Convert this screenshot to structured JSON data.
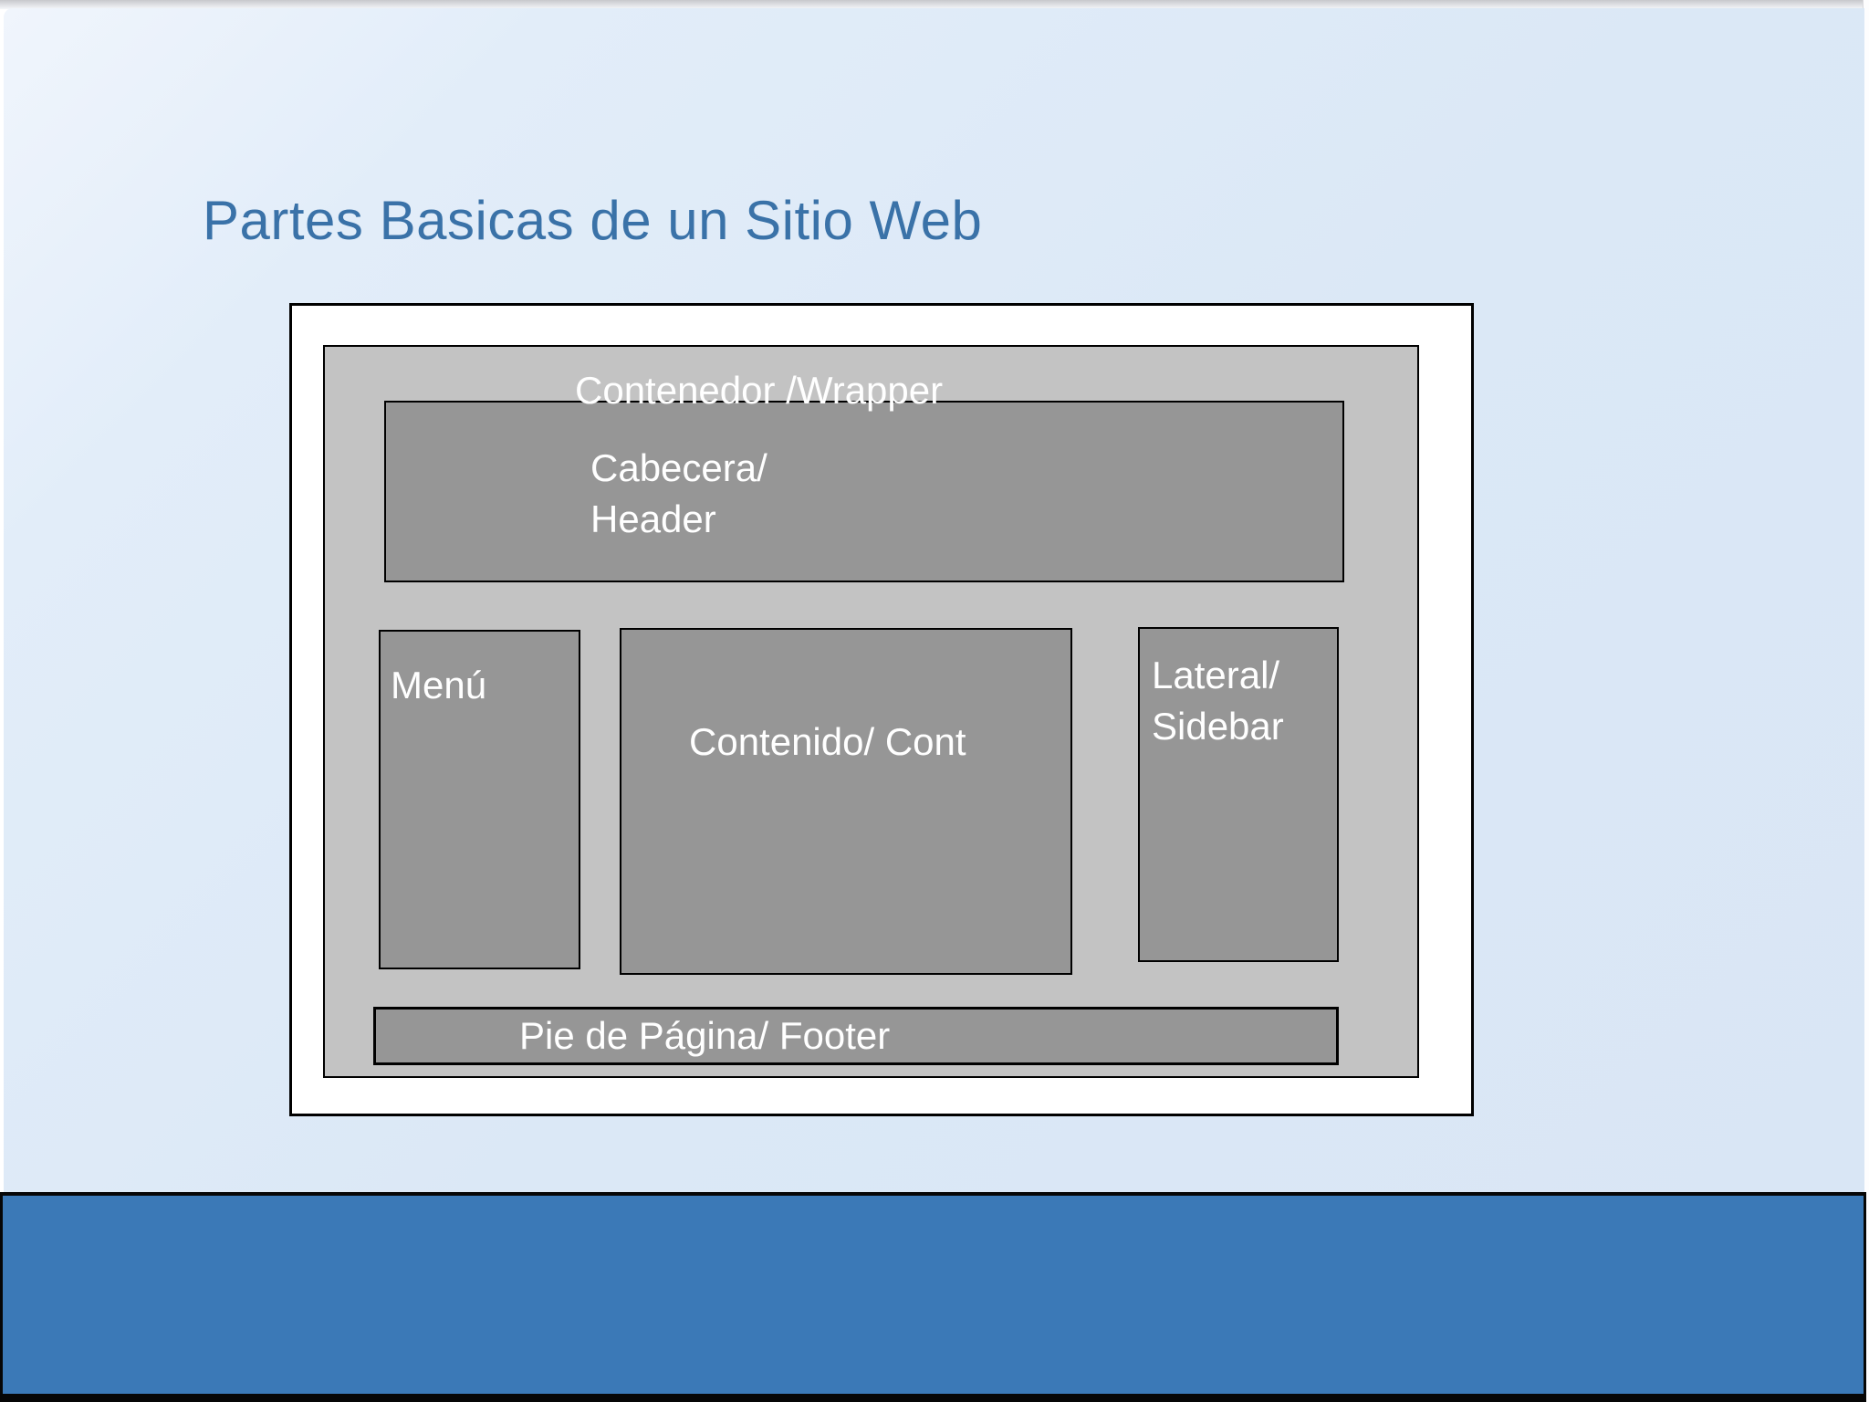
{
  "slide": {
    "title": "Partes Basicas de un Sitio Web",
    "diagram": {
      "wrapper_label": "Contenedor /Wrapper",
      "header_label": "Cabecera/\nHeader",
      "menu_label": "Menú",
      "content_label": "Contenido/ Cont",
      "sidebar_label": "Lateral/\nSidebar",
      "footer_label": "Pie de Página/ Footer"
    },
    "colors": {
      "slide_background": "#dbe8f6",
      "title_text": "#3a72a8",
      "wrapper_fill": "#c3c3c3",
      "box_fill": "#969696",
      "box_border": "#000000",
      "label_text": "#ffffff",
      "bottom_band_fill": "#3b79b7"
    }
  }
}
